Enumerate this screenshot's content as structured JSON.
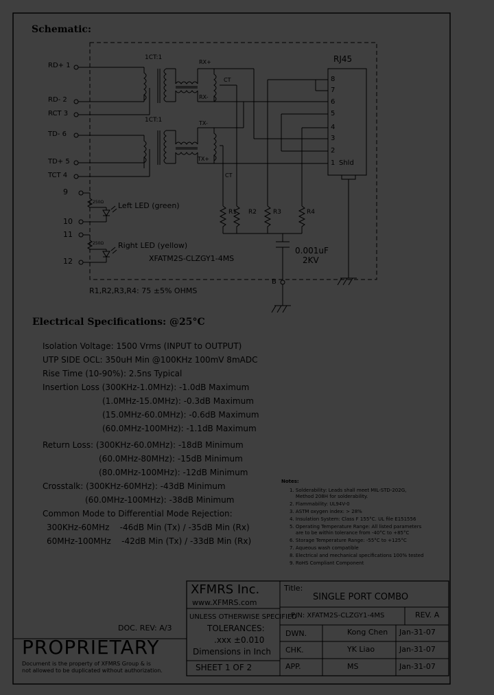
{
  "schematic": {
    "title": "Schematic:",
    "pins_left": [
      "RD+ 1",
      "RD- 2",
      "RCT 3",
      "TD- 6",
      "TD+ 5",
      "TCT 4",
      "9",
      "10",
      "11",
      "12"
    ],
    "xfmr_ratio_top": "1CT:1",
    "xfmr_ratio_bottom": "1CT:1",
    "net_rx_plus": "RX+",
    "net_rx_minus": "RX-",
    "net_tx_minus": "TX-",
    "net_tx_plus": "TX+",
    "ct_label_1": "CT",
    "ct_label_2": "CT",
    "rj45_label": "RJ45",
    "rj45_pins": [
      "8",
      "7",
      "6",
      "5",
      "4",
      "3",
      "2",
      "1"
    ],
    "shield_label": "Shld",
    "resistors": [
      "R1",
      "R2",
      "R3",
      "R4"
    ],
    "res_250_1": "250Ω",
    "res_250_2": "250Ω",
    "led_left": "Left LED (green)",
    "led_right": "Right LED (yellow)",
    "part_in_schematic": "XFATM2S-CLZGY1-4MS",
    "cap_value": "0.001uF",
    "cap_voltage": "2KV",
    "pin_b": "B",
    "resistor_note": "R1,R2,R3,R4: 75 ±5% OHMS"
  },
  "electrical": {
    "title": "Electrical   Specifications: @25°C",
    "lines": [
      "Isolation Voltage:  1500 Vrms (INPUT to OUTPUT)",
      "UTP SIDE OCL: 350uH Min @100KHz 100mV 8mADC",
      "Rise Time (10-90%): 2.5ns Typical",
      "Insertion Loss (300KHz-1.0MHz): -1.0dB Maximum",
      "(1.0MHz-15.0MHz): -0.3dB Maximum",
      "(15.0MHz-60.0MHz): -0.6dB Maximum",
      "(60.0MHz-100MHz): -1.1dB Maximum",
      "Return Loss: (300KHz-60.0MHz): -18dB Minimum",
      "(60.0MHz-80MHz): -15dB Minimum",
      "(80.0MHz-100MHz): -12dB Minimum",
      "Crosstalk: (300KHz-60MHz): -43dB Minimum",
      "(60.0MHz-100MHz): -38dB Minimum",
      "Common Mode to Differential Mode Rejection:",
      "300KHz-60MHz    -46dB Min (Tx) / -35dB Min (Rx)",
      "60MHz-100MHz    -42dB Min (Tx) / -33dB Min (Rx)"
    ]
  },
  "notes": {
    "title": "Notes:",
    "items": [
      "1. Solderability: Leads shall meet MIL-STD-202G,",
      "    Method 208H for solderability.",
      "2. Flammability: UL94V-0",
      "3. ASTM oxygen index: > 28%",
      "4. Insulation System: Class F 155°C. UL file E151556",
      "5. Operating Temperature Range: All listed parameters",
      "    are to be within tolerance from -40°C to +85°C",
      "6. Storage Temperature Range: -55°C to +125°C",
      "7. Aqueous wash compatible",
      "8. Electrical and mechanical specifications 100% tested",
      "9. RoHS Compliant Component"
    ]
  },
  "title_block": {
    "company": "XFMRS Inc.",
    "website": "www.XFMRS.com",
    "unless": "UNLESS OTHERWISE SPECIFIED",
    "tolerances": "TOLERANCES:",
    "tol_value": ".xxx ±0.010",
    "dims": "Dimensions in Inch",
    "sheet": "SHEET  1  OF  2",
    "title_label": "Title:",
    "title_value": "SINGLE  PORT  COMBO",
    "pn": "P/N: XFATM2S-CLZGY1-4MS",
    "rev": "REV. A",
    "dwn_label": "DWN.",
    "dwn_name": "Kong Chen",
    "dwn_date": "Jan-31-07",
    "chk_label": "CHK.",
    "chk_name": "YK Liao",
    "chk_date": "Jan-31-07",
    "app_label": "APP.",
    "app_name": "MS",
    "app_date": "Jan-31-07",
    "doc_rev": "DOC. REV: A/3",
    "proprietary": "PROPRIETARY",
    "prop_note_1": "Document is the property of XFMRS Group & is",
    "prop_note_2": "not allowed to be duplicated without authorization."
  }
}
